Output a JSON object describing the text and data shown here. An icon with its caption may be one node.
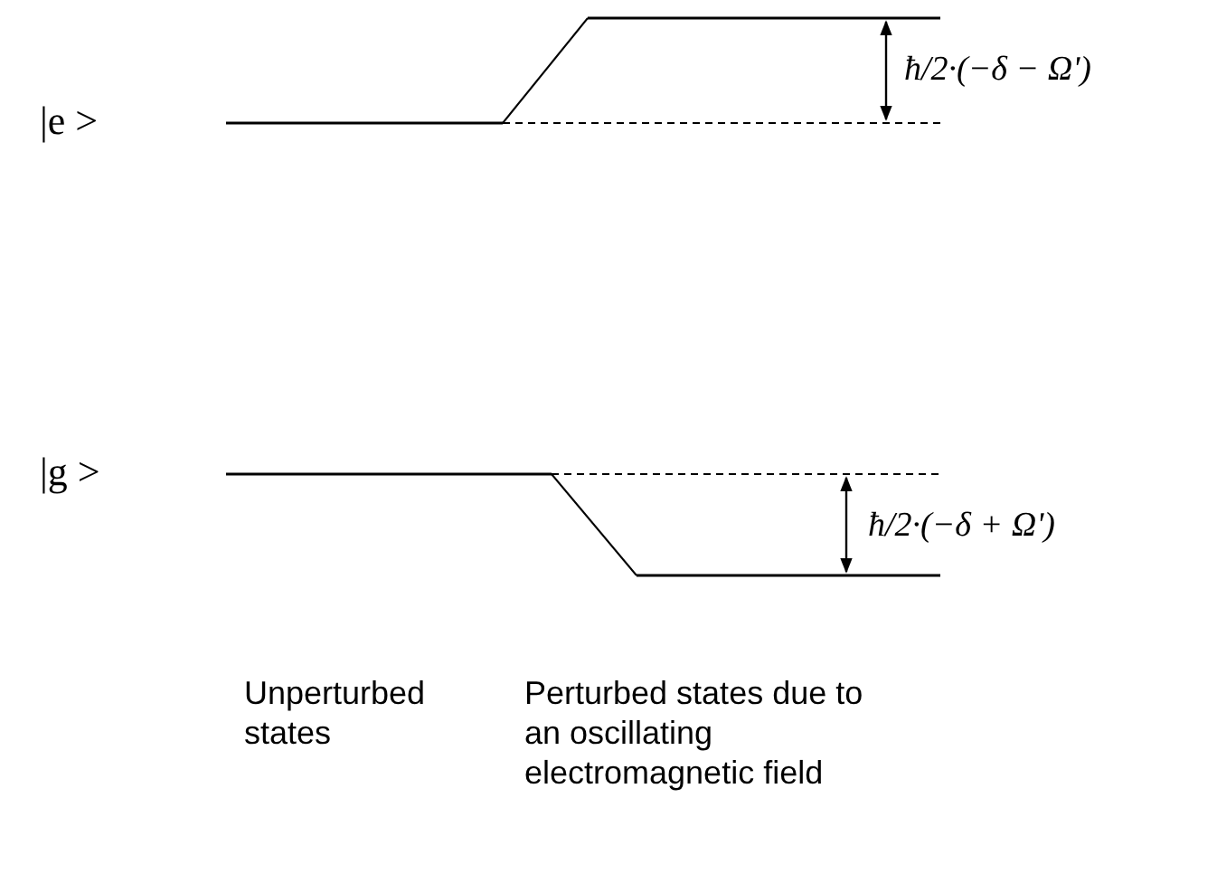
{
  "diagram": {
    "labels": [
      "|e >",
      "ħ/2·(−δ − Ω')",
      "|g >",
      "ħ/2·(−δ + Ω')",
      "Unperturbed states",
      "Perturbed states due to an oscillating electromagnetic field"
    ]
  }
}
